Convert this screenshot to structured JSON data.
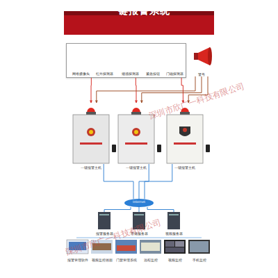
{
  "diagram": {
    "title": "一键报警系统",
    "nodes": [
      {
        "text": []
      },
      {
        "text": [
          "网络摄像头"
        ],
        "in": 0
      },
      {
        "text": [
          "红外探测器"
        ],
        "in": 0
      },
      {
        "text": [
          "烟感探测器"
        ],
        "in": 0
      },
      {
        "text": [
          "紧急按钮"
        ],
        "in": 0
      },
      {
        "text": [
          "门磁探测器"
        ],
        "in": 0
      },
      {
        "text": [
          "警号"
        ]
      },
      {
        "text": [
          "一键报警主机"
        ]
      },
      {
        "text": [
          "一键报警主机"
        ]
      },
      {
        "text": [
          "一键报警主机"
        ]
      },
      {
        "text": [
          "Internet"
        ]
      },
      {
        "text": [
          "报警服务器"
        ]
      },
      {
        "text": [
          "存储服务器"
        ]
      },
      {
        "text": [
          "视频服务器"
        ]
      },
      {
        "text": [
          "报警管理软件"
        ]
      },
      {
        "text": [
          "视频监控画面"
        ]
      },
      {
        "text": [
          "门禁管理系统"
        ]
      },
      {
        "text": [
          "远程监控"
        ]
      },
      {
        "text": [
          "视频监控"
        ]
      },
      {
        "text": [
          "手机监控"
        ]
      }
    ],
    "edges": [
      {
        "from": 0,
        "to": 7,
        "arrow": "to"
      },
      {
        "from": 0,
        "to": 8,
        "arrow": "to"
      },
      {
        "from": 0,
        "to": 9,
        "arrow": "to"
      },
      {
        "from": 6,
        "to": 7,
        "arrow": "to"
      },
      {
        "from": 6,
        "to": 8,
        "arrow": "to"
      },
      {
        "from": 6,
        "to": 9,
        "arrow": "to"
      },
      {
        "from": 7,
        "to": 10,
        "arrow": "none"
      },
      {
        "from": 8,
        "to": 10,
        "arrow": "none"
      },
      {
        "from": 9,
        "to": 10,
        "arrow": "none"
      },
      {
        "from": 10,
        "to": 11,
        "arrow": "none"
      },
      {
        "from": 10,
        "to": 12,
        "arrow": "none"
      },
      {
        "from": 10,
        "to": 13,
        "arrow": "none"
      }
    ],
    "labels": [
      "深圳市欣广一科技有限公司",
      "深圳市欣广一科技有限公司"
    ]
  }
}
